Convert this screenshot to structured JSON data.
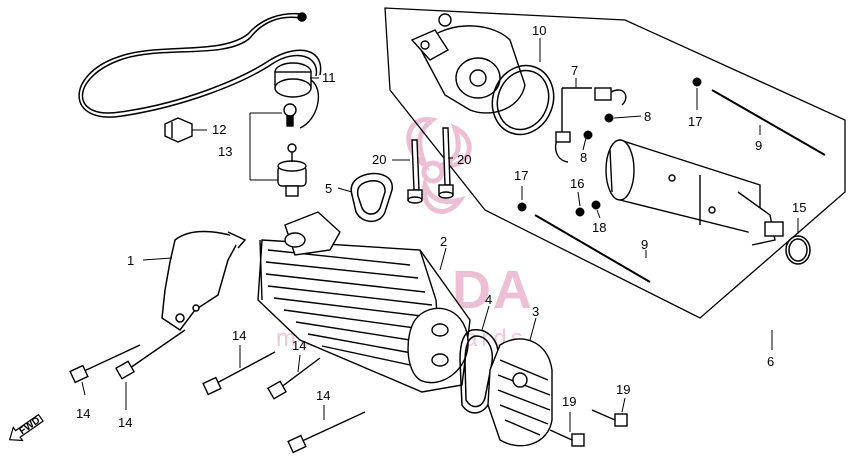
{
  "watermark": {
    "line1": "ARMADA",
    "line2": "marine outboards"
  },
  "fwd_label": "FWD",
  "callouts": {
    "c1": "1",
    "c2": "2",
    "c3": "3",
    "c4": "4",
    "c5": "5",
    "c6": "6",
    "c7": "7",
    "c8a": "8",
    "c8b": "8",
    "c9a": "9",
    "c9b": "9",
    "c10": "10",
    "c11": "11",
    "c12": "12",
    "c13": "13",
    "c14a": "14",
    "c14b": "14",
    "c14c": "14",
    "c14d": "14",
    "c14e": "14",
    "c15": "15",
    "c16": "16",
    "c17a": "17",
    "c17b": "17",
    "c18": "18",
    "c19a": "19",
    "c19b": "19",
    "c20a": "20",
    "c20b": "20"
  },
  "colors": {
    "line": "#000000",
    "watermark": "#c94a8a"
  }
}
